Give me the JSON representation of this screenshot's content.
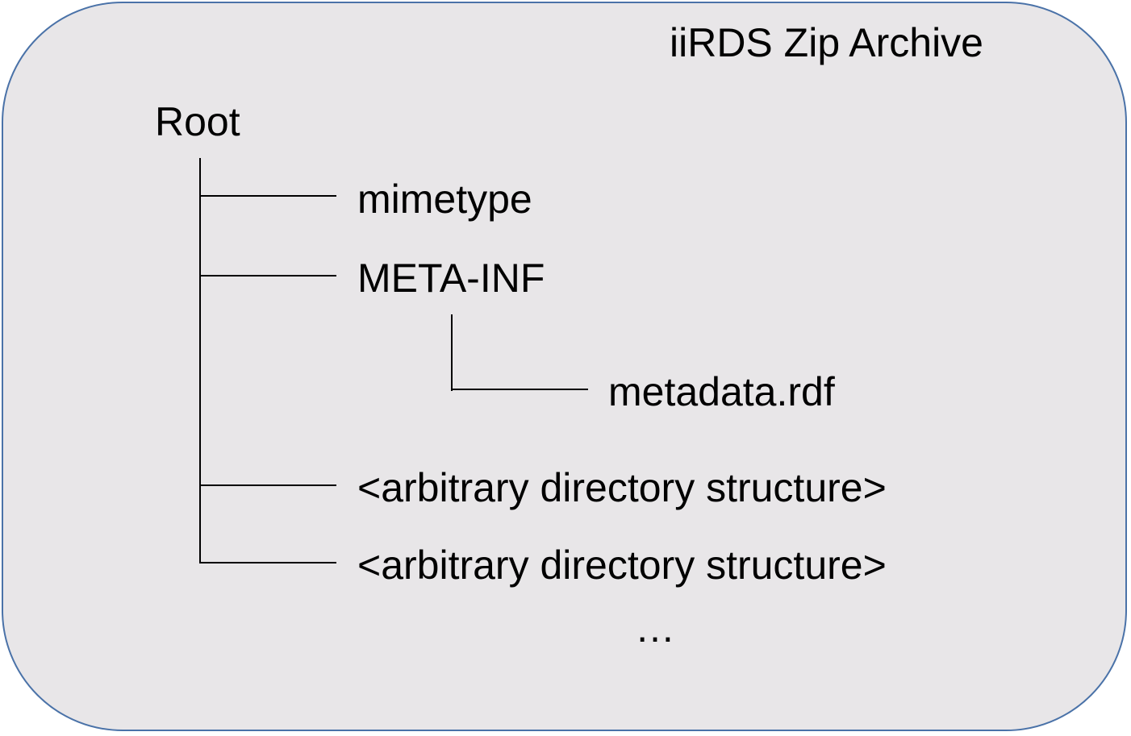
{
  "title": "iiRDS Zip Archive",
  "root": {
    "label": "Root",
    "children": [
      {
        "label": "mimetype"
      },
      {
        "label": "META-INF",
        "children": [
          {
            "label": "metadata.rdf"
          }
        ]
      },
      {
        "label": "<arbitrary directory structure>"
      },
      {
        "label": "<arbitrary directory structure>"
      }
    ]
  },
  "continuation": "…",
  "colors": {
    "box_fill": "#e8e6e8",
    "box_border": "#4a72a8",
    "text": "#000000",
    "lines": "#000000"
  }
}
